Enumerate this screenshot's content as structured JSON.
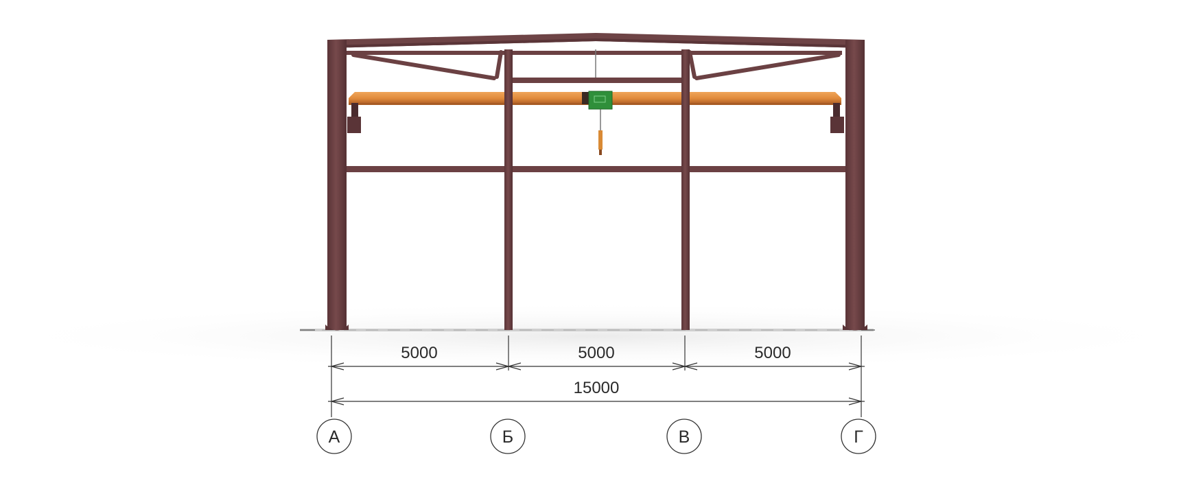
{
  "drawing": {
    "dimensions": {
      "span_1": "5000",
      "span_2": "5000",
      "span_3": "5000",
      "total": "15000"
    },
    "axes": {
      "a": "А",
      "b": "Б",
      "v": "В",
      "g": "Г"
    },
    "colors": {
      "steel": "#6b4143",
      "steel_dark": "#4f2d30",
      "crane_beam": "#e08a3a",
      "crane_beam_dark": "#b8672a",
      "hoist": "#2f8f3a",
      "ground": "#cccccc",
      "dim_line": "#333333"
    }
  }
}
